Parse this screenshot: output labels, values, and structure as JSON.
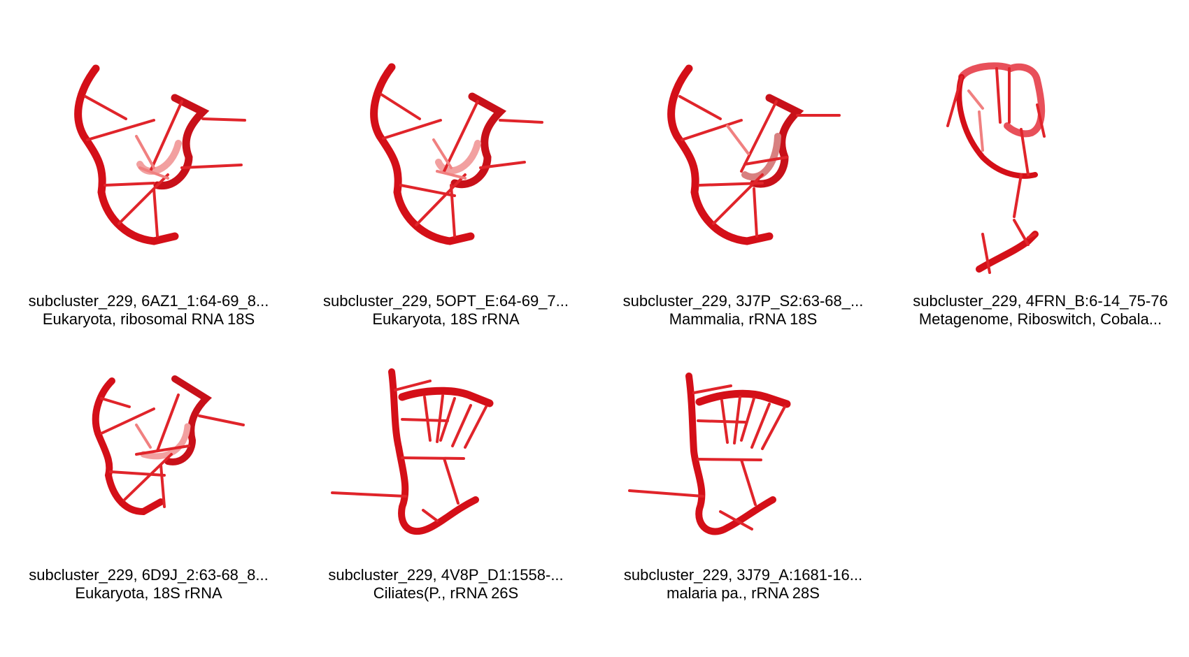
{
  "panels": [
    {
      "line1": "subcluster_229, 6AZ1_1:64-69_8...",
      "line2": "Eukaryota, ribosomal RNA 18S",
      "icon": "rna-3d-structure-icon",
      "color": "#e8141b"
    },
    {
      "line1": "subcluster_229, 5OPT_E:64-69_7...",
      "line2": "Eukaryota, 18S rRNA",
      "icon": "rna-3d-structure-icon",
      "color": "#e8141b"
    },
    {
      "line1": "subcluster_229, 3J7P_S2:63-68_...",
      "line2": "Mammalia, rRNA 18S",
      "icon": "rna-3d-structure-icon",
      "color": "#e8141b"
    },
    {
      "line1": "subcluster_229, 4FRN_B:6-14_75-76",
      "line2": "Metagenome, Riboswitch, Cobala...",
      "icon": "rna-3d-structure-icon",
      "color": "#e8141b"
    },
    {
      "line1": "subcluster_229, 6D9J_2:63-68_8...",
      "line2": "Eukaryota, 18S rRNA",
      "icon": "rna-3d-structure-icon",
      "color": "#e8141b"
    },
    {
      "line1": "subcluster_229, 4V8P_D1:1558-...",
      "line2": "Ciliates(P., rRNA 26S",
      "icon": "rna-3d-structure-icon",
      "color": "#e8141b"
    },
    {
      "line1": "subcluster_229, 3J79_A:1681-16...",
      "line2": "malaria pa., rRNA 28S",
      "icon": "rna-3d-structure-icon",
      "color": "#e8141b"
    }
  ]
}
